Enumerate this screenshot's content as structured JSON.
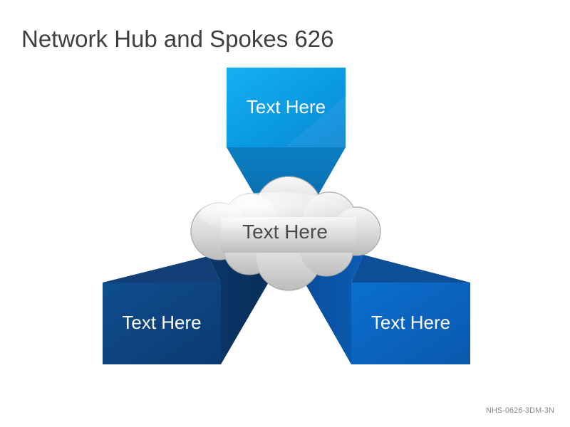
{
  "title": "Network Hub and Spokes 626",
  "hub": {
    "label": "Text Here"
  },
  "spokes": [
    {
      "id": "top",
      "label": "Text Here",
      "color": "#0a9fe8"
    },
    {
      "id": "left",
      "label": "Text Here",
      "color": "#0d3f7a"
    },
    {
      "id": "right",
      "label": "Text Here",
      "color": "#0a63be"
    }
  ],
  "footer": "NHS-0626-3DM-3N"
}
